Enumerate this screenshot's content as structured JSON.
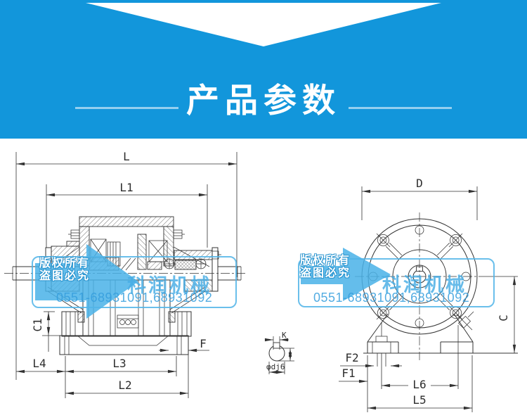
{
  "banner": {
    "title": "产品参数",
    "bg_color": "#1296db",
    "accent_line_color": "rgba(255,255,255,0.55)"
  },
  "watermark": {
    "copyright_line1": "版权所有",
    "copyright_line2": "盗图必究",
    "brand": "科润机械",
    "phone": "0551-68931091,68931092",
    "blue": "#3aa6e0"
  },
  "left_view": {
    "dim_labels": {
      "L": "L",
      "L1": "L1",
      "C1": "C1",
      "L4": "L4",
      "L3": "L3",
      "L2": "L2",
      "F": "F"
    }
  },
  "right_view": {
    "dim_labels": {
      "D": "D",
      "C": "C",
      "F2": "F2",
      "F1": "F1",
      "L6": "L6",
      "L5": "L5"
    }
  },
  "shaft_detail": {
    "keyway_label": "K",
    "diameter_label": "φdj6"
  },
  "drawing": {
    "line_color": "#333333"
  }
}
